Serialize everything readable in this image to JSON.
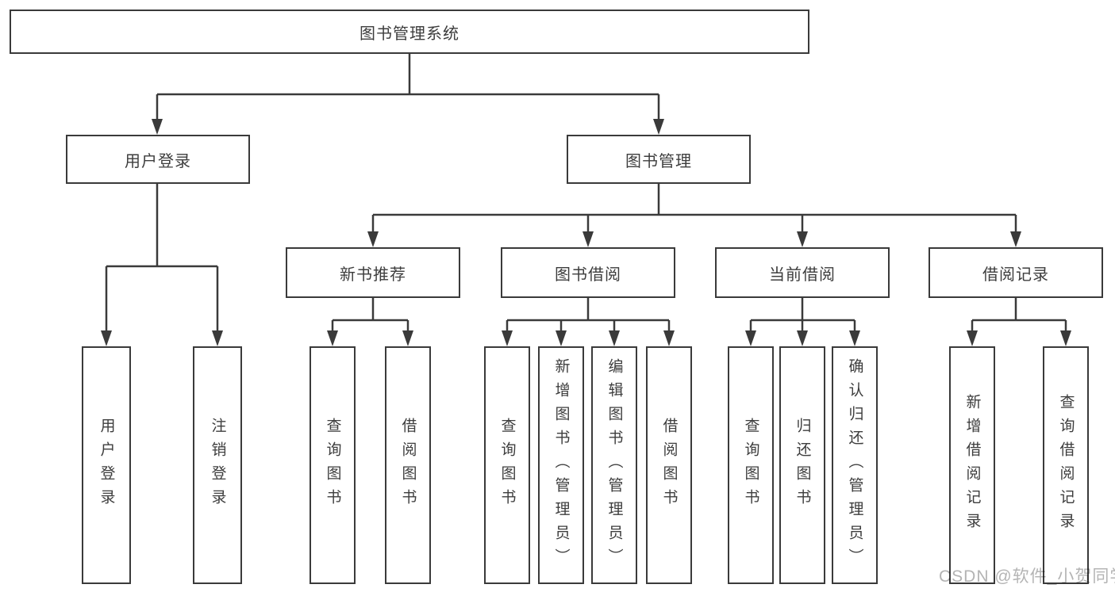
{
  "tree": {
    "label": "图书管理系统",
    "children": [
      {
        "label": "用户登录",
        "children": [
          {
            "label": "用户登录"
          },
          {
            "label": "注销登录"
          }
        ]
      },
      {
        "label": "图书管理",
        "children": [
          {
            "label": "新书推荐",
            "children": [
              {
                "label": "查询图书"
              },
              {
                "label": "借阅图书"
              }
            ]
          },
          {
            "label": "图书借阅",
            "children": [
              {
                "label": "查询图书"
              },
              {
                "label": "新增图书（管理员）"
              },
              {
                "label": "编辑图书（管理员）"
              },
              {
                "label": "借阅图书"
              }
            ]
          },
          {
            "label": "当前借阅",
            "children": [
              {
                "label": "查询图书"
              },
              {
                "label": "归还图书"
              },
              {
                "label": "确认归还（管理员）"
              }
            ]
          },
          {
            "label": "借阅记录",
            "children": [
              {
                "label": "新增借阅记录"
              },
              {
                "label": "查询借阅记录"
              }
            ]
          }
        ]
      }
    ]
  },
  "watermark": "CSDN @软件_小贺同学",
  "colors": {
    "line": "#3a3a3a",
    "box_border": "#3a3a3a",
    "text": "#3d3d3d",
    "background": "#ffffff",
    "watermark": "#b4b4b4"
  }
}
